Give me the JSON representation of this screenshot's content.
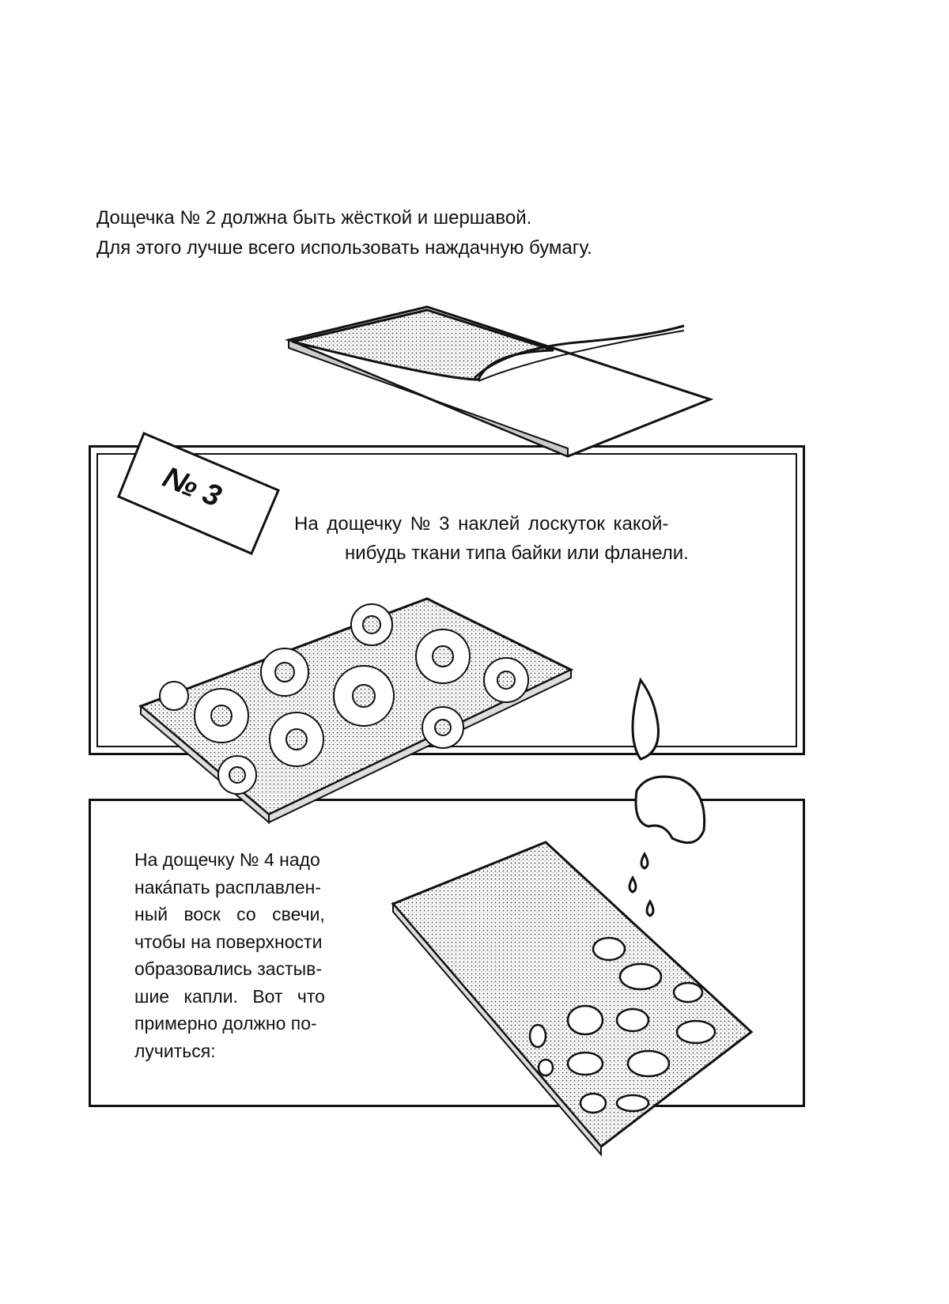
{
  "intro": {
    "line1": "Дощечка № 2 должна быть жёсткой и шершавой.",
    "line2": "Для этого лучше всего использовать наждачную бумагу."
  },
  "board3": {
    "label": "№ 3",
    "line1": "На дощечку № 3 наклей лоскуток какой-",
    "line2": "нибудь ткани типа байки или фланели."
  },
  "board4": {
    "lines": [
      "На дощечку № 4 надо",
      "накáпать расплавлен-",
      "ный воск со свечи,",
      "чтобы на поверхности",
      "образовались застыв-",
      "шие капли. Вот что",
      "примерно должно по-",
      "лучиться:"
    ]
  }
}
